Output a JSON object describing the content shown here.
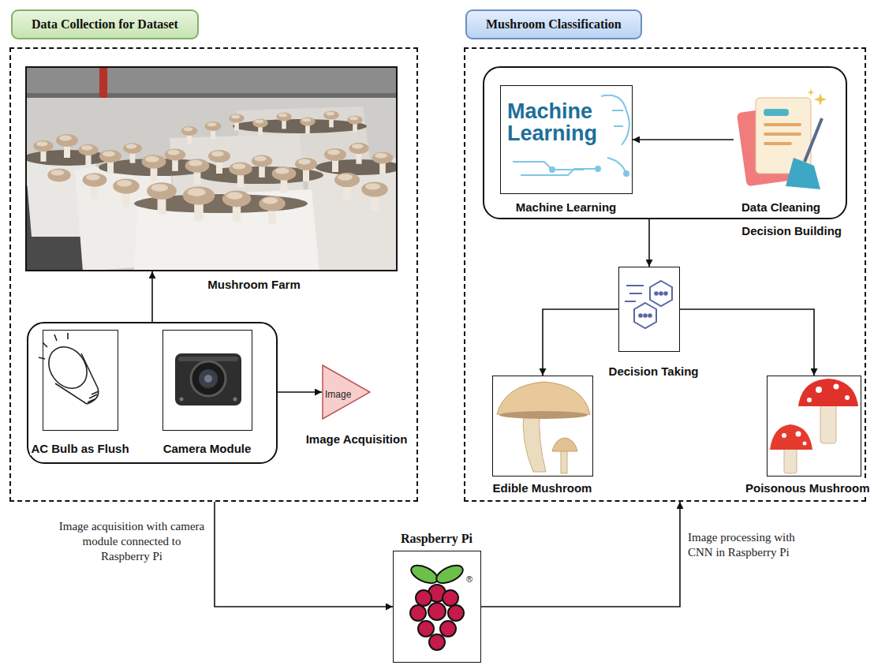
{
  "diagram": {
    "nodes": [
      {
        "text": [
          "Data Collection for Dataset"
        ]
      },
      {
        "text": [
          "Mushroom Farm"
        ],
        "in": 0
      },
      {
        "text": [],
        "in": 0
      },
      {
        "text": [
          "AC Bulb as Flush"
        ],
        "in": 2
      },
      {
        "text": [
          "Camera Module"
        ],
        "in": 2
      },
      {
        "text": [
          "Image",
          "Image Acquisition"
        ],
        "in": 0
      },
      {
        "text": [
          "Mushroom Classification"
        ]
      },
      {
        "text": [
          "Decision Building"
        ],
        "in": 6
      },
      {
        "text": [
          "Machine Learning",
          "Machine Learning"
        ],
        "in": 7
      },
      {
        "text": [
          "Data Cleaning"
        ],
        "in": 7
      },
      {
        "text": [
          "Decision Taking"
        ],
        "in": 6
      },
      {
        "text": [
          "Edible Mushroom"
        ],
        "in": 6
      },
      {
        "text": [
          "Poisonous Mushroom"
        ],
        "in": 6
      },
      {
        "text": [
          "Raspberry Pi"
        ]
      }
    ],
    "edges": [
      {
        "from": 2,
        "to": 1,
        "arrow": "to"
      },
      {
        "from": 2,
        "to": 5,
        "arrow": "to"
      },
      {
        "from": 9,
        "to": 8,
        "arrow": "to"
      },
      {
        "from": 7,
        "to": 10,
        "arrow": "to"
      },
      {
        "from": 10,
        "to": 11,
        "arrow": "to"
      },
      {
        "from": 10,
        "to": 12,
        "arrow": "to"
      },
      {
        "from": 0,
        "to": 13,
        "label": "Image acquisition with camera module connected to Raspberry Pi",
        "arrow": "to"
      },
      {
        "from": 13,
        "to": 6,
        "label": "Image processing with CNN in Raspberry Pi",
        "arrow": "to"
      }
    ],
    "labels": [
      "®"
    ]
  }
}
